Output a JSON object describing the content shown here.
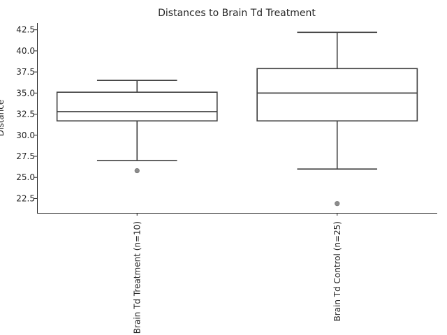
{
  "chart_data": {
    "type": "box",
    "title": "Distances to Brain Td Treatment",
    "xlabel": "",
    "ylabel": "Distance",
    "ylim": [
      20.8,
      43.3
    ],
    "yticks": [
      "22.5",
      "25.0",
      "27.5",
      "30.0",
      "32.5",
      "35.0",
      "37.5",
      "40.0",
      "42.5"
    ],
    "grid": false,
    "categories": [
      "Brain Td Treatment (n=10)",
      "Brain Td Control (n=25)"
    ],
    "boxes": [
      {
        "category": "Brain Td Treatment (n=10)",
        "whisker_low": 27.0,
        "q1": 31.7,
        "median": 32.8,
        "q3": 35.1,
        "whisker_high": 36.5,
        "outliers": [
          25.8
        ]
      },
      {
        "category": "Brain Td Control (n=25)",
        "whisker_low": 26.0,
        "q1": 31.7,
        "median": 35.0,
        "q3": 37.9,
        "whisker_high": 42.2,
        "outliers": [
          21.9
        ]
      }
    ]
  },
  "colors": {
    "box_edge": "#3f3f3f",
    "box_fill": "#ffffff",
    "flier": "#8c8c8c",
    "axis": "#262626"
  }
}
